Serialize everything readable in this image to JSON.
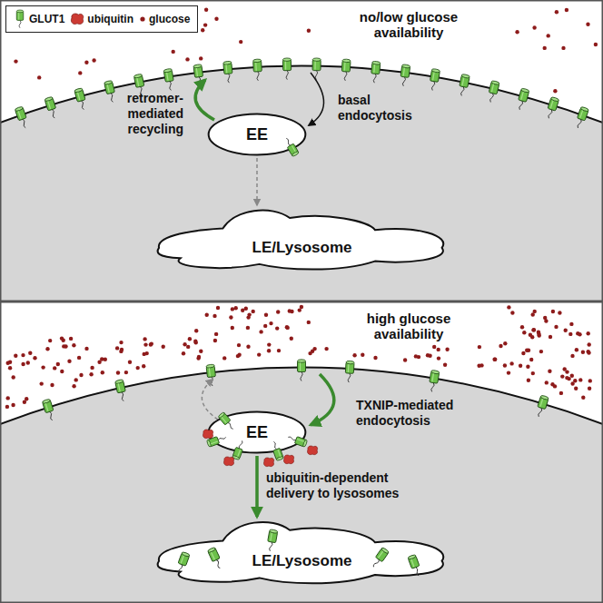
{
  "diagram": {
    "nodes": [
      {
        "text": [
          "EE"
        ]
      },
      {
        "text": [
          "LE/Lysosome"
        ]
      },
      {
        "text": [
          "EE"
        ]
      },
      {
        "text": [
          "LE/Lysosome"
        ]
      }
    ],
    "edges": [
      {
        "from": 0,
        "to": 1,
        "arrow": "to"
      },
      {
        "from": 2,
        "to": 3,
        "arrow": "to",
        "label": "ubiquitin-dependent delivery to lysosomes"
      }
    ],
    "labels": [
      "no/low glucose availability",
      "retromer-mediated recycling",
      "basal endocytosis",
      "high glucose availability",
      "TXNIP-mediated endocytosis"
    ],
    "legend": [
      {
        "text": "GLUT1"
      },
      {
        "text": "ubiquitin"
      },
      {
        "text": "glucose"
      }
    ]
  }
}
